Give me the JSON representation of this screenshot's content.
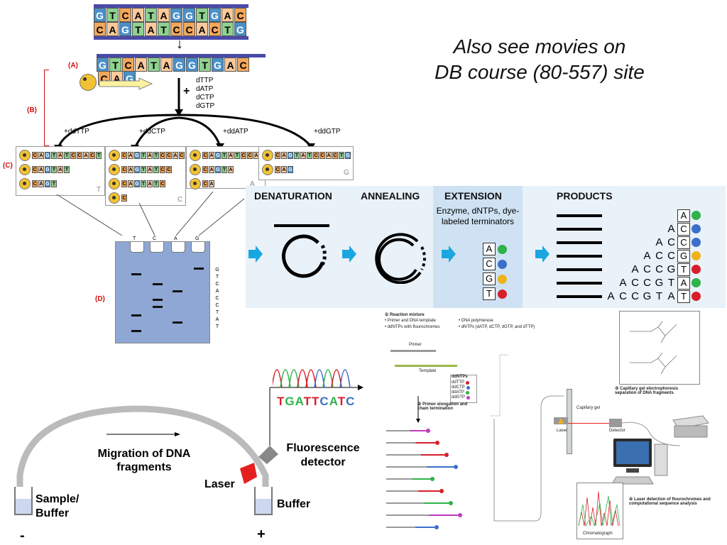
{
  "colors": {
    "accent_blue": "#1aa7e0",
    "gel": "#8ea7d4",
    "red_label": "#d01010",
    "fig_panel": "#e9f1f9"
  },
  "sanger": {
    "strand_top": [
      "G",
      "T",
      "C",
      "A",
      "T",
      "A",
      "G",
      "G",
      "T",
      "G",
      "A",
      "C"
    ],
    "strand_bottom": [
      "C",
      "A",
      "G",
      "T",
      "A",
      "T",
      "C",
      "C",
      "A",
      "C",
      "T",
      "G"
    ],
    "template": [
      "G",
      "T",
      "C",
      "A",
      "T",
      "A",
      "G",
      "G",
      "T",
      "G",
      "A",
      "C"
    ],
    "primer": [
      "C",
      "A",
      "G"
    ],
    "label_a": "(A)",
    "label_b": "(B)",
    "label_c": "(C)",
    "label_d": "(D)",
    "plus_sign": "+",
    "dntps": [
      "dTTP",
      "dATP",
      "dCTP",
      "dGTP"
    ],
    "ddntps": [
      "+ddTTP",
      "+ddCTP",
      "+ddATP",
      "+ddGTP"
    ],
    "panels": [
      {
        "corner": "T",
        "rows": [
          [
            "C",
            "A",
            "G",
            "T",
            "A",
            "T",
            "C",
            "C",
            "A",
            "C",
            "T"
          ],
          [
            "C",
            "A",
            "G",
            "T",
            "A",
            "T"
          ],
          [
            "C",
            "A",
            "G",
            "T"
          ]
        ]
      },
      {
        "corner": "C",
        "rows": [
          [
            "C",
            "A",
            "G",
            "T",
            "A",
            "T",
            "C",
            "C",
            "A",
            "C"
          ],
          [
            "C",
            "A",
            "G",
            "T",
            "A",
            "T",
            "C",
            "C"
          ],
          [
            "C",
            "A",
            "G",
            "T",
            "A",
            "T",
            "C"
          ],
          [
            "C"
          ]
        ]
      },
      {
        "corner": "A",
        "rows": [
          [
            "C",
            "A",
            "G",
            "T",
            "A",
            "T",
            "C",
            "C",
            "A"
          ],
          [
            "C",
            "A",
            "G",
            "T",
            "A"
          ],
          [
            "C",
            "A"
          ]
        ]
      },
      {
        "corner": "G",
        "rows": [
          [
            "C",
            "A",
            "G",
            "T",
            "A",
            "T",
            "C",
            "C",
            "A",
            "C",
            "T",
            "G"
          ],
          [
            "C",
            "A",
            "G"
          ]
        ]
      }
    ],
    "gel_lanes": [
      "T",
      "C",
      "A",
      "G"
    ],
    "gel_readout": [
      "G",
      "T",
      "C",
      "A",
      "C",
      "C",
      "T",
      "A",
      "T"
    ]
  },
  "note": {
    "line1": "Also see movies on",
    "line2": "DB course (80-557) site"
  },
  "cycle": {
    "stages": [
      "DENATURATION",
      "ANNEALING",
      "EXTENSION",
      "PRODUCTS"
    ],
    "extension_text": "Enzyme, dNTPs, dye-labeled terminators",
    "terminators": [
      {
        "base": "A",
        "color": "#2fb24a"
      },
      {
        "base": "C",
        "color": "#3b6fc9"
      },
      {
        "base": "G",
        "color": "#f0b21b"
      },
      {
        "base": "T",
        "color": "#d81e2a"
      }
    ],
    "products": [
      {
        "seq": [
          "A"
        ],
        "color": "#2fb24a"
      },
      {
        "seq": [
          "A",
          "C"
        ],
        "color": "#3b6fc9"
      },
      {
        "seq": [
          "A",
          "C",
          "C"
        ],
        "color": "#3b6fc9"
      },
      {
        "seq": [
          "A",
          "C",
          "C",
          "G"
        ],
        "color": "#f0b21b"
      },
      {
        "seq": [
          "A",
          "C",
          "C",
          "G",
          "T"
        ],
        "color": "#d81e2a"
      },
      {
        "seq": [
          "A",
          "C",
          "C",
          "G",
          "T",
          "A"
        ],
        "color": "#2fb24a"
      },
      {
        "seq": [
          "A",
          "C",
          "C",
          "G",
          "T",
          "A",
          "T"
        ],
        "color": "#d81e2a"
      }
    ]
  },
  "capillary": {
    "sequence": "TGATTCATC",
    "sequence_colors": [
      "#d81e2a",
      "#2fb24a",
      "#2fb24a",
      "#d81e2a",
      "#d81e2a",
      "#3b6fc9",
      "#2fb24a",
      "#d81e2a",
      "#3b6fc9"
    ],
    "migration": "Migration of DNA fragments",
    "fluorescence": "Fluorescence detector",
    "laser": "Laser",
    "sample": "Sample/ Buffer",
    "buffer": "Buffer",
    "minus": "-",
    "plus": "+"
  },
  "workflow": {
    "step1_title": "① Reaction mixture",
    "step1_items": [
      "• Primer and DNA template",
      "• DNA polymerase",
      "• ddNTPs with flourochromes",
      "• dNTPs (dATP, dCTP, dGTP, and dTTP)"
    ],
    "primer_label": "Primer",
    "template_label": "Template",
    "legend_title": "ddNTPs",
    "legend_items": [
      "ddTTP",
      "ddCTP",
      "ddATP",
      "ddGTP"
    ],
    "legend_colors": [
      "#d81e2a",
      "#3b6fc9",
      "#2fb24a",
      "#c03ac0"
    ],
    "step2": "② Primer elongation and chain termination",
    "fragment_colors": [
      "#c03ac0",
      "#d81e2a",
      "#d81e2a",
      "#3b6fc9",
      "#2fb24a",
      "#d81e2a",
      "#2fb24a",
      "#c03ac0",
      "#3b6fc9"
    ],
    "step3": "③ Capillary gel electrophoresis separation of DNA fragments",
    "capillary_gel": "Capillary gel",
    "laser": "Laser",
    "detector": "Detector",
    "step4": "④ Laser detection of flourochromes and computational sequence analysis",
    "chromatograph": "Chromatograph"
  }
}
